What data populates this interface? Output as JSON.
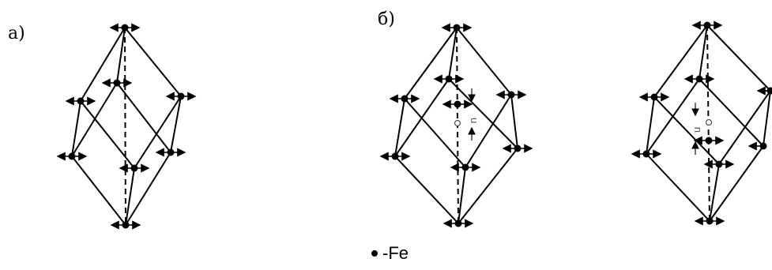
{
  "panels": {
    "a_label": "а)",
    "b_label": "б)"
  },
  "legend": {
    "text": "-Fe",
    "symbol": "filled-circle"
  },
  "annotations": {
    "displacement_symbol": "u"
  },
  "colors": {
    "lines": "#000000",
    "atoms": "#000000",
    "background": "#ffffff"
  }
}
